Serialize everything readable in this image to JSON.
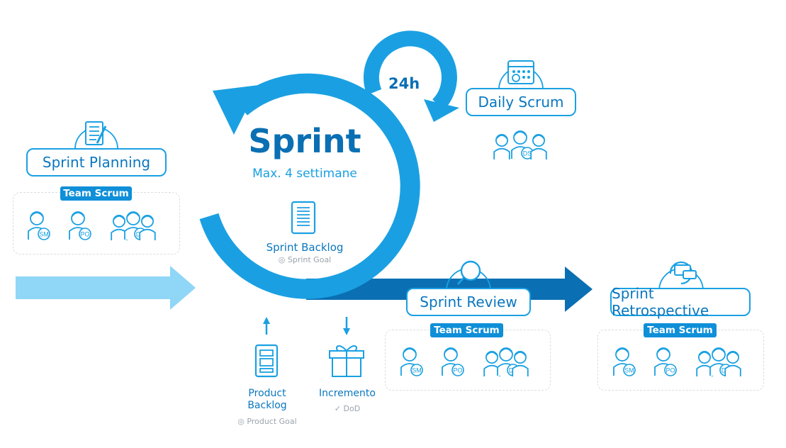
{
  "sprint": {
    "title": "Sprint",
    "duration": "Max. 4 settimane",
    "backlog_label": "Sprint Backlog",
    "goal_label": "Sprint Goal",
    "cycle_label": "24h"
  },
  "events": {
    "planning": "Sprint Planning",
    "daily": "Daily Scrum",
    "review": "Sprint Review",
    "retrospective": "Sprint Retrospective"
  },
  "team_label": "Team Scrum",
  "roles": {
    "scrum_master": "SM",
    "product_owner": "PO",
    "developers": "DS"
  },
  "artifacts": {
    "product_backlog": "Product\nBacklog",
    "product_goal": "Product Goal",
    "increment": "Incremento",
    "dod": "DoD"
  },
  "colors": {
    "primary": "#1aa0e2",
    "dark": "#0a6fb3",
    "light_arrow": "#8fd6f7",
    "text": "#0a77bf",
    "grey": "#9aa3ab"
  }
}
